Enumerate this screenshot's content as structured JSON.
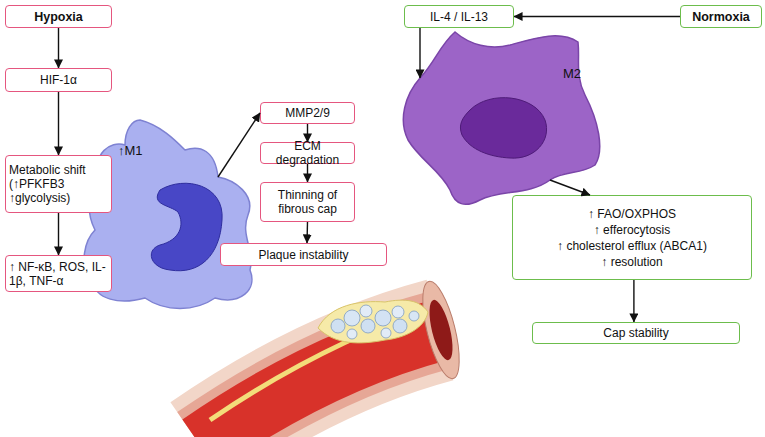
{
  "diagram": {
    "nodes": [
      {
        "text": [
          "Hypoxia"
        ]
      },
      {
        "text": [
          "HIF-1α"
        ]
      },
      {
        "text": [
          "Metabolic shift (↑PFKFB3 ↑glycolysis)"
        ]
      },
      {
        "text": [
          "↑ NF-κB, ROS, IL-1β, TNF-α"
        ]
      },
      {
        "text": [
          "↑M1"
        ]
      },
      {
        "text": [
          "MMP2/9"
        ]
      },
      {
        "text": [
          "ECM degradation"
        ]
      },
      {
        "text": [
          "Thinning of fibrous cap"
        ]
      },
      {
        "text": [
          "Plaque instability"
        ]
      },
      {
        "text": [
          "Normoxia"
        ]
      },
      {
        "text": [
          "IL-4 / IL-13"
        ]
      },
      {
        "text": [
          "M2"
        ]
      },
      {
        "text": [
          "↑ FAO/OXPHOS",
          "↑ efferocytosis",
          "↑ cholesterol efflux (ABCA1)",
          "↑ resolution"
        ]
      },
      {
        "text": [
          "Cap stability"
        ]
      }
    ],
    "edges": [
      {
        "from": 0,
        "to": 1,
        "arrow": "to"
      },
      {
        "from": 1,
        "to": 2,
        "arrow": "to"
      },
      {
        "from": 2,
        "to": 3,
        "arrow": "to"
      },
      {
        "from": 4,
        "to": 5,
        "arrow": "to"
      },
      {
        "from": 5,
        "to": 6,
        "arrow": "to"
      },
      {
        "from": 6,
        "to": 7,
        "arrow": "to"
      },
      {
        "from": 7,
        "to": 8,
        "arrow": "to"
      },
      {
        "from": 9,
        "to": 10,
        "arrow": "to"
      },
      {
        "from": 10,
        "to": 11,
        "arrow": "to"
      },
      {
        "from": 11,
        "to": 12,
        "arrow": "to"
      },
      {
        "from": 12,
        "to": 13,
        "arrow": "to"
      }
    ]
  }
}
